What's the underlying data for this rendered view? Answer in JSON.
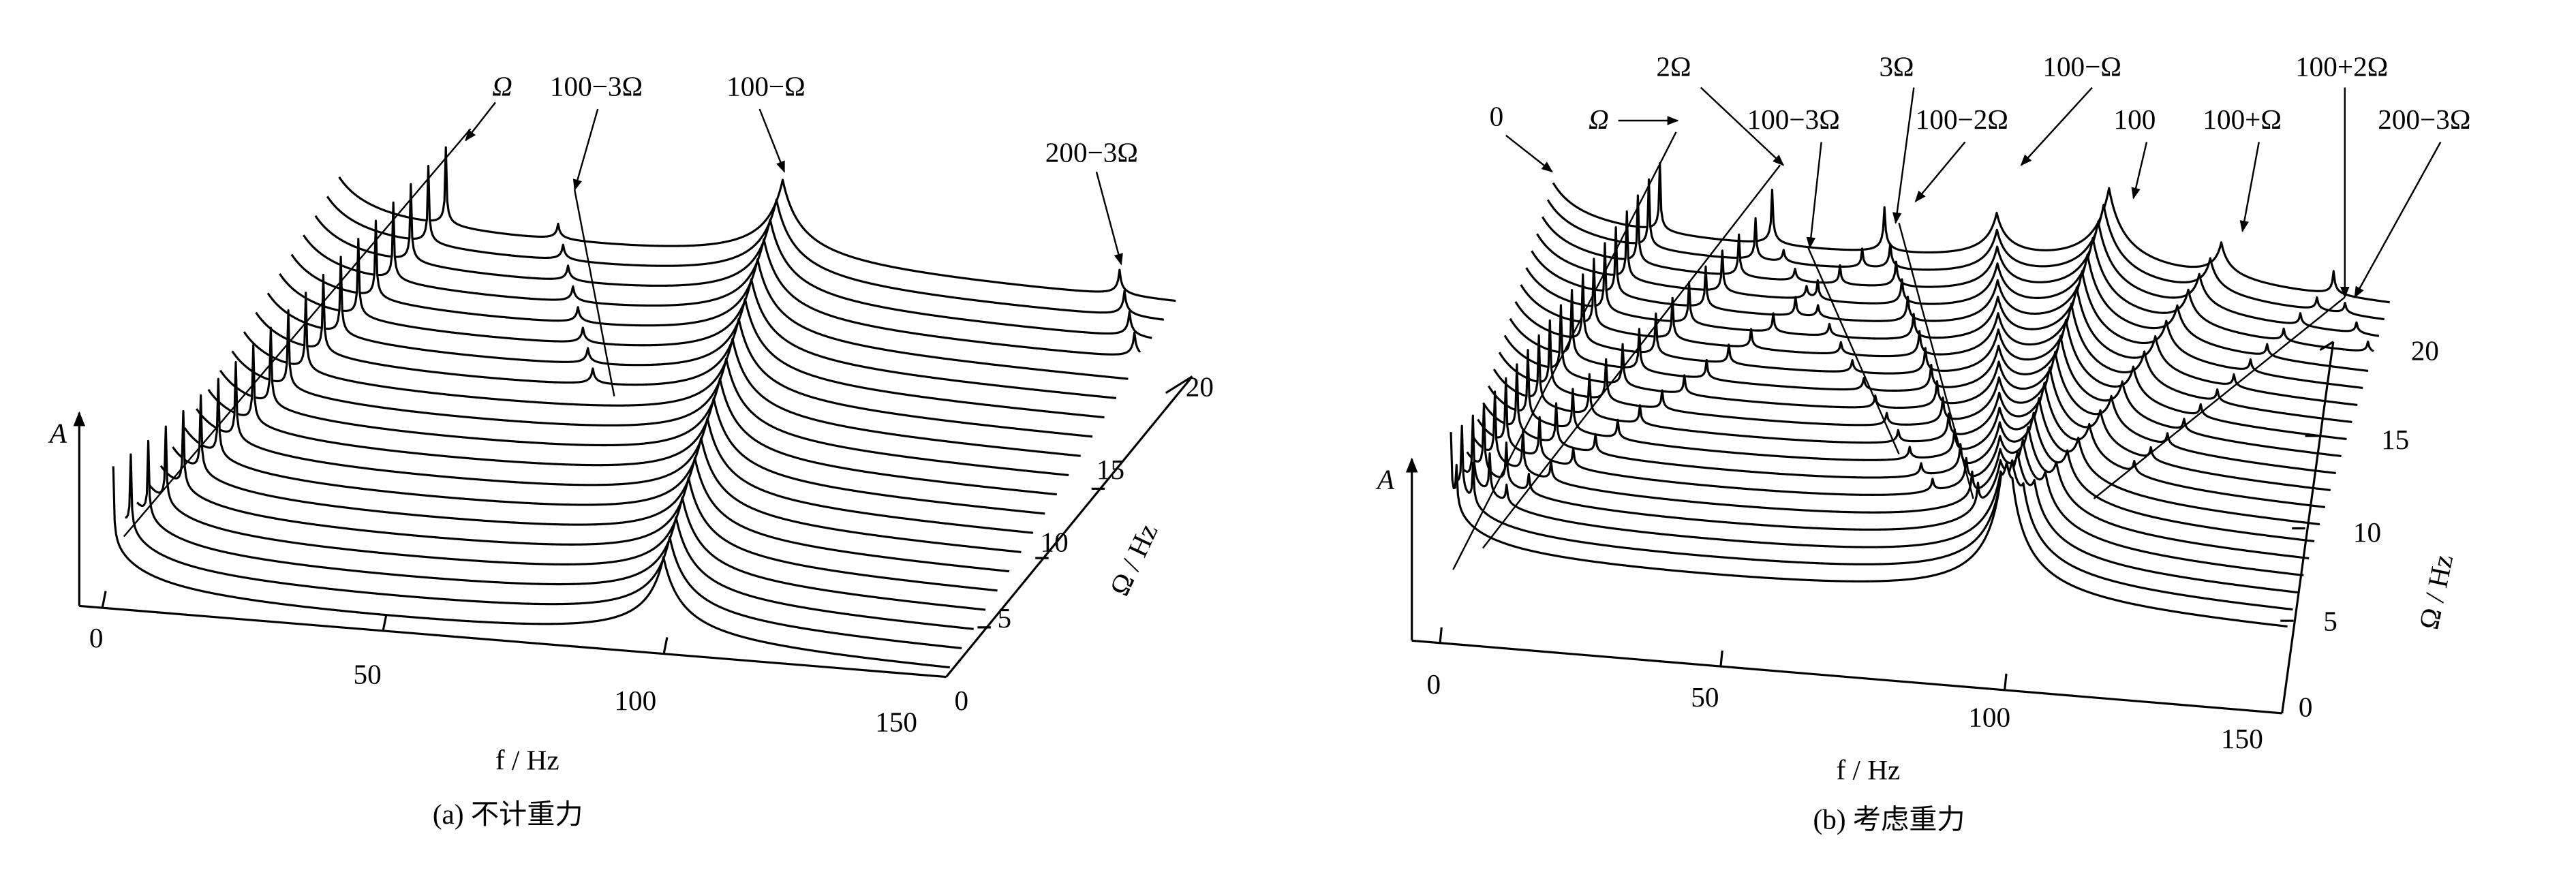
{
  "chart_data": [
    {
      "type": "line",
      "projection": "3d-waterfall",
      "title": "(a) 不计重力",
      "xlabel": "f / Hz",
      "ylabel": "A",
      "zlabel": "Ω / Hz",
      "xlim": [
        0,
        150
      ],
      "zlim": [
        0,
        20
      ],
      "xticks": [
        "0",
        "50",
        "100",
        "150"
      ],
      "zticks": [
        "0",
        "5",
        "10",
        "15",
        "20"
      ],
      "omega_values": [
        1,
        2,
        3,
        4,
        5,
        6,
        7,
        8,
        9,
        10,
        11,
        12,
        13,
        14,
        15,
        16,
        17,
        18,
        19,
        20
      ],
      "components": [
        {
          "label": "0",
          "coef": [
            0,
            0
          ],
          "amplitude": 40,
          "width": 6,
          "min_omega": 0
        },
        {
          "label": "Ω",
          "coef": [
            0,
            1
          ],
          "amplitude": 48,
          "width": 0.12,
          "min_omega": 0
        },
        {
          "label": "100−3Ω",
          "coef": [
            100,
            -3
          ],
          "amplitude": 10,
          "width": 0.4,
          "min_omega": 13
        },
        {
          "label": "100−Ω",
          "coef": [
            100,
            -1
          ],
          "amplitude": 55,
          "width": 3.5,
          "min_omega": 0
        },
        {
          "label": "200−3Ω",
          "coef": [
            200,
            -3
          ],
          "amplitude": 16,
          "width": 0.4,
          "min_omega": 17
        }
      ],
      "baseline_amplitude": 1,
      "annotations": [
        {
          "label": "Ω"
        },
        {
          "label": "100−3Ω"
        },
        {
          "label": "100−Ω"
        },
        {
          "label": "200−3Ω"
        }
      ]
    },
    {
      "type": "line",
      "projection": "3d-waterfall",
      "title": "(b) 考虑重力",
      "xlabel": "f / Hz",
      "ylabel": "A",
      "zlabel": "Ω / Hz",
      "xlim": [
        0,
        150
      ],
      "zlim": [
        0,
        20
      ],
      "xticks": [
        "0",
        "50",
        "100",
        "150"
      ],
      "zticks": [
        "0",
        "5",
        "10",
        "15",
        "20"
      ],
      "omega_values": [
        1,
        2,
        3,
        4,
        5,
        6,
        7,
        8,
        9,
        10,
        11,
        12,
        13,
        14,
        15,
        16,
        17,
        18,
        19,
        20
      ],
      "components": [
        {
          "label": "0",
          "coef": [
            0,
            0
          ],
          "amplitude": 40,
          "width": 5,
          "min_omega": 0
        },
        {
          "label": "Ω",
          "coef": [
            0,
            1
          ],
          "amplitude": 42,
          "width": 0.12,
          "min_omega": 0
        },
        {
          "label": "2Ω",
          "coef": [
            0,
            2
          ],
          "amplitude": 26,
          "width": 0.15,
          "min_omega": 0
        },
        {
          "label": "3Ω",
          "coef": [
            0,
            3
          ],
          "amplitude": 12,
          "width": 0.2,
          "min_omega": 3
        },
        {
          "label": "100−3Ω",
          "coef": [
            100,
            -3
          ],
          "amplitude": 8,
          "width": 0.3,
          "min_omega": 6
        },
        {
          "label": "100−2Ω",
          "coef": [
            100,
            -2
          ],
          "amplitude": 16,
          "width": 0.3,
          "min_omega": 4
        },
        {
          "label": "100−Ω",
          "coef": [
            100,
            -1
          ],
          "amplitude": 30,
          "width": 2,
          "min_omega": 0
        },
        {
          "label": "100",
          "coef": [
            100,
            0
          ],
          "amplitude": 55,
          "width": 3,
          "min_omega": 0
        },
        {
          "label": "100+Ω",
          "coef": [
            100,
            1
          ],
          "amplitude": 24,
          "width": 1.5,
          "min_omega": 0
        },
        {
          "label": "100+2Ω",
          "coef": [
            100,
            2
          ],
          "amplitude": 8,
          "width": 0.3,
          "min_omega": 8
        },
        {
          "label": "200−3Ω",
          "coef": [
            200,
            -3
          ],
          "amplitude": 7,
          "width": 0.3,
          "min_omega": 17
        }
      ],
      "baseline_amplitude": 1,
      "annotations": [
        {
          "label": "0"
        },
        {
          "label": "Ω"
        },
        {
          "label": "2Ω"
        },
        {
          "label": "100−3Ω"
        },
        {
          "label": "3Ω"
        },
        {
          "label": "100−2Ω"
        },
        {
          "label": "100−Ω"
        },
        {
          "label": "100"
        },
        {
          "label": "100+Ω"
        },
        {
          "label": "100+2Ω"
        },
        {
          "label": "200−3Ω"
        }
      ]
    }
  ]
}
